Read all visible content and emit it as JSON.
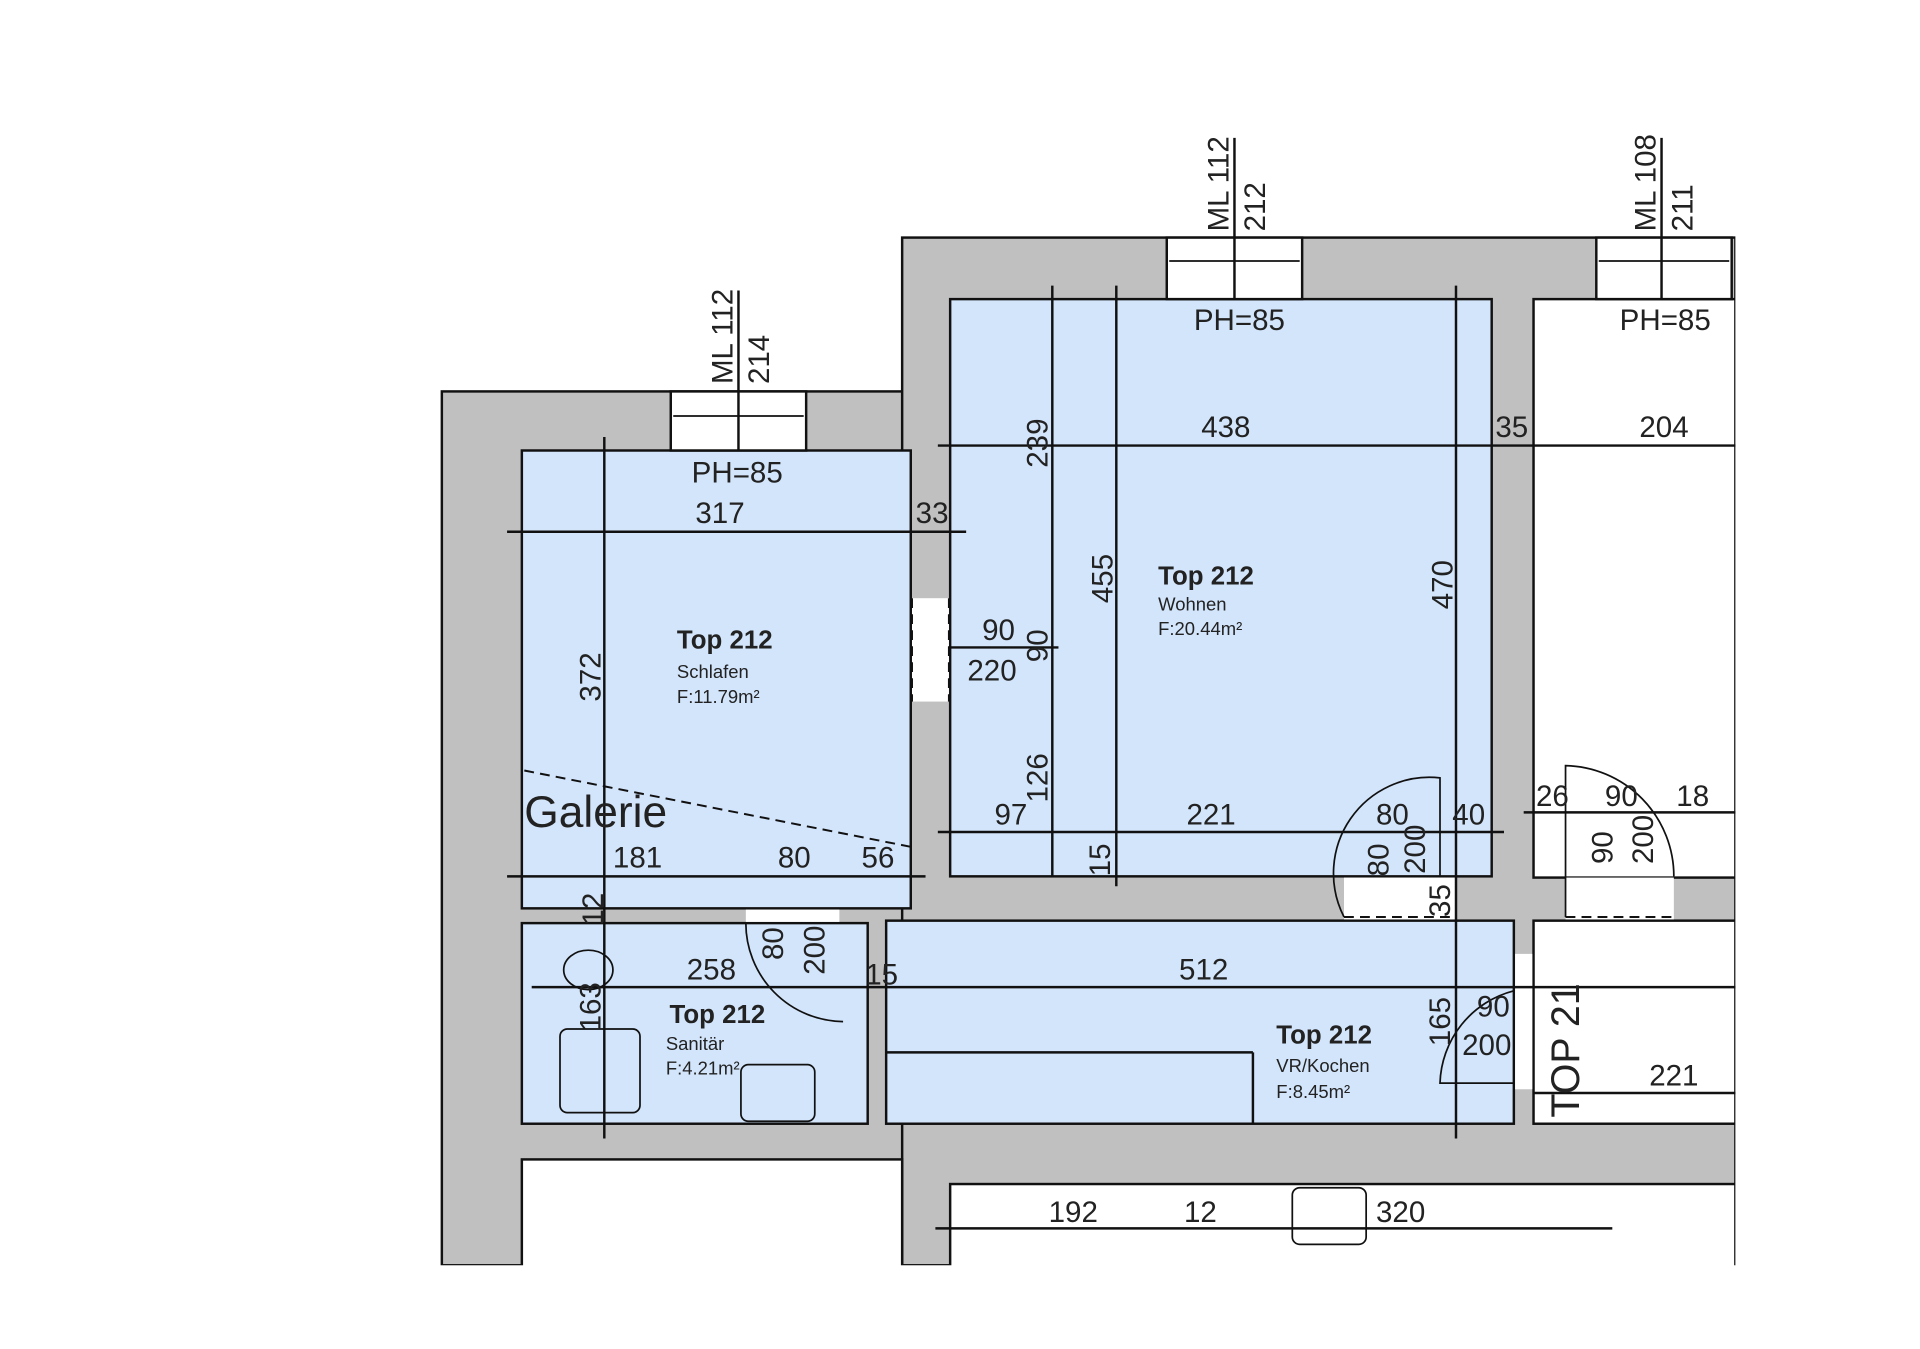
{
  "plan": {
    "windows": [
      {
        "ml": "ML 112",
        "height": "214",
        "ph": "PH=85"
      },
      {
        "ml": "ML 112",
        "height": "212",
        "ph": "PH=85"
      },
      {
        "ml": "ML 108",
        "height": "211",
        "ph": "PH=85"
      }
    ],
    "rooms": {
      "schlafen": {
        "unit": "Top 212",
        "name": "Schlafen",
        "area": "F:11.79m²"
      },
      "wohnen": {
        "unit": "Top 212",
        "name": "Wohnen",
        "area": "F:20.44m²"
      },
      "sanitaer": {
        "unit": "Top 212",
        "name": "Sanitär",
        "area": "F:4.21m²"
      },
      "kochen": {
        "unit": "Top 212",
        "name": "VR/Kochen",
        "area": "F:8.45m²"
      }
    },
    "galerie": "Galerie",
    "neighbor_unit": "TOP 21",
    "dims": {
      "d317": "317",
      "d33": "33",
      "d372": "372",
      "d181": "181",
      "d80a": "80",
      "d56": "56",
      "d438": "438",
      "d35": "35",
      "d204": "204",
      "d239": "239",
      "d455": "455",
      "d470": "470",
      "d90a": "90",
      "d220": "220",
      "d90b": "90",
      "d126": "126",
      "d97": "97",
      "d221a": "221",
      "d15a": "15",
      "d80b": "80",
      "d200a": "200",
      "d80c": "80",
      "d40": "40",
      "d35b": "35",
      "d26": "26",
      "d90c": "90",
      "d18": "18",
      "d90d": "90",
      "d200b": "200",
      "d258": "258",
      "d80d": "80",
      "d200c": "200",
      "d15b": "15",
      "d12": "12",
      "d163": "163",
      "d512": "512",
      "d165": "165",
      "d90e": "90",
      "d200d": "200",
      "d221b": "221",
      "d192": "192",
      "d12b": "12",
      "d320": "320"
    }
  }
}
